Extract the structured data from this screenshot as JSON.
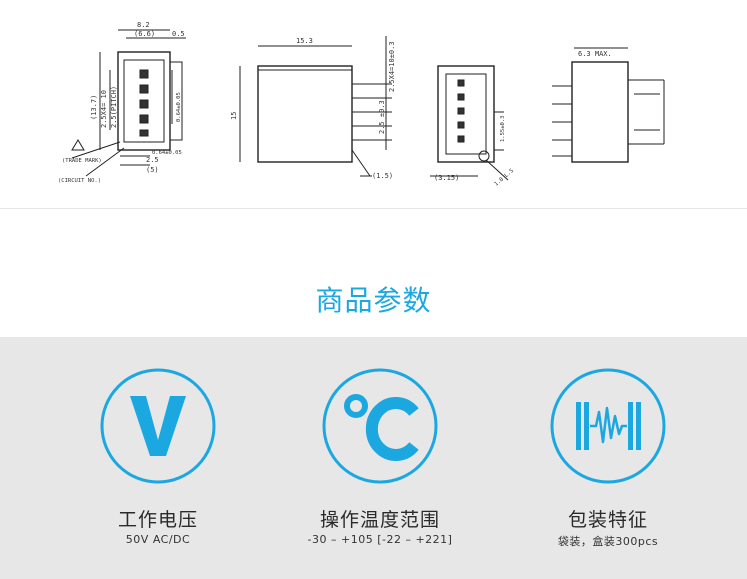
{
  "drawing": {
    "view1": {
      "dims": [
        "8.2",
        "(6.6)",
        "0.5",
        "(13.7)",
        "2.5X4= 10",
        "2.5(PITCH)",
        "0.64±0.05",
        "2.5",
        "(5)",
        "0.64±0.05"
      ],
      "labels": [
        "(TRADE MARK)",
        "(CIRCUIT NO.)"
      ]
    },
    "view2": {
      "dims": [
        "15.3",
        "15",
        "2.5X4=10±0.3",
        "2.5 ±0.3",
        "(1.5)"
      ]
    },
    "view3": {
      "dims": [
        "1.55±0.3",
        "(3.15)",
        "1.8 L.S"
      ]
    },
    "view4": {
      "dims": [
        "6.3 MAX."
      ]
    }
  },
  "section": {
    "title": "商品参数"
  },
  "params": [
    {
      "icon": "voltage-icon",
      "glyph": "V",
      "name": "工作电压",
      "value": "50V AC/DC"
    },
    {
      "icon": "temperature-icon",
      "glyph": "°C",
      "name": "操作温度范围",
      "value": "-30 – +105 [-22 – +221]"
    },
    {
      "icon": "packaging-icon",
      "glyph": "",
      "name": "包装特征",
      "value": "袋装，盒装300pcs"
    }
  ],
  "colors": {
    "accent": "#1ba8e0",
    "band": "#e7e7e7",
    "text": "#2a2a2a"
  }
}
